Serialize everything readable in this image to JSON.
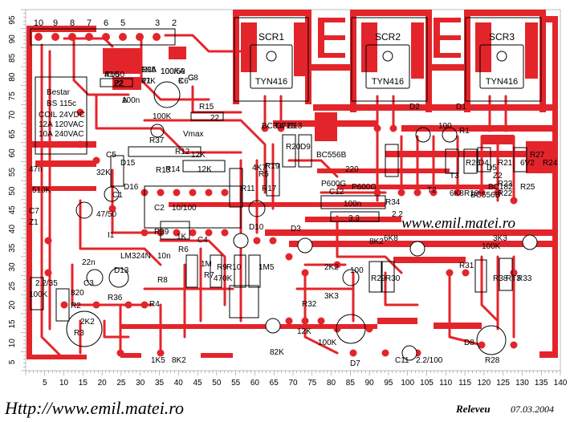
{
  "colors": {
    "copper": "#e3252b",
    "silk": "#000000",
    "grid": "#6f6f6f",
    "background": "#ffffff"
  },
  "footer": {
    "url": "Http://www.emil.matei.ro",
    "author": "Releveu",
    "date": "07.03.2004"
  },
  "board_url": "www.emil.matei.ro",
  "axes": {
    "x_ticks": [
      "5",
      "10",
      "15",
      "20",
      "25",
      "30",
      "35",
      "40",
      "45",
      "50",
      "55",
      "60",
      "65",
      "70",
      "75",
      "80",
      "85",
      "90",
      "95",
      "100",
      "105",
      "110",
      "115",
      "120",
      "125",
      "130",
      "135",
      "140"
    ],
    "y_ticks": [
      "95",
      "90",
      "85",
      "80",
      "75",
      "70",
      "65",
      "60",
      "55",
      "50",
      "45",
      "40",
      "35",
      "30",
      "25",
      "20",
      "15",
      "10",
      "5"
    ]
  },
  "header_pins": [
    "10",
    "9",
    "8",
    "7",
    "6",
    "5",
    "3",
    "2"
  ],
  "scr_labels": [
    "SCR1",
    "SCR2",
    "SCR3"
  ],
  "tyn_labels": [
    "TYN416",
    "TYN416",
    "TYN416"
  ],
  "component_labels": [
    "R16",
    "22",
    "R35",
    "47K",
    "100/50",
    "C6",
    "100n",
    "C8",
    "Bestar",
    "BS 115c",
    "COIL 24VDC",
    "12A 120VAC",
    "10A 240VAC",
    "R15",
    "22",
    "100K",
    "Vmax",
    "R37",
    "R12",
    "12K",
    "R13",
    "12K",
    "R14",
    "32K",
    "C5",
    "47n",
    "D15",
    "D16",
    "510K",
    "C7",
    "Z1",
    "C1",
    "47/50",
    "C2",
    "10/100",
    "I1",
    "LM324N",
    "D13",
    "22n",
    "C3",
    "R36",
    "100K",
    "2.2/35",
    "R2",
    "820",
    "R4",
    "2K2",
    "R3",
    "R39",
    "1K",
    "R6",
    "C4",
    "10n",
    "R8",
    "1M",
    "R7",
    "R9",
    "470K",
    "R10",
    "1M5",
    "R11",
    "R5",
    "R19",
    "R17",
    "4K7",
    "D10",
    "R20",
    "D9",
    "BC556B",
    "220",
    "P600G",
    "P600G",
    "C12",
    "100n",
    "R34",
    "3.3",
    "2.2",
    "D3",
    "D2",
    "D1",
    "100",
    "R1",
    "6K8",
    "R18",
    "BC556B",
    "BC182",
    "T2",
    "T3",
    "R22",
    "R23",
    "R24",
    "R25",
    "R21",
    "R26",
    "D4",
    "D5",
    "Z2",
    "6V2",
    "R27",
    "100K",
    "3K3",
    "6K8",
    "8K2",
    "2K2",
    "3K3",
    "100",
    "R29",
    "R30",
    "R31",
    "R32",
    "R33",
    "RT3",
    "R38",
    "100K",
    "12K",
    "82K",
    "D7",
    "D8",
    "R28",
    "1K5",
    "8K2",
    "C11",
    "2.2/100",
    "BC33725",
    "T4",
    "C13",
    "47/50",
    "P2",
    "1KA",
    "P1",
    "100KA",
    "K",
    "A",
    "G"
  ]
}
